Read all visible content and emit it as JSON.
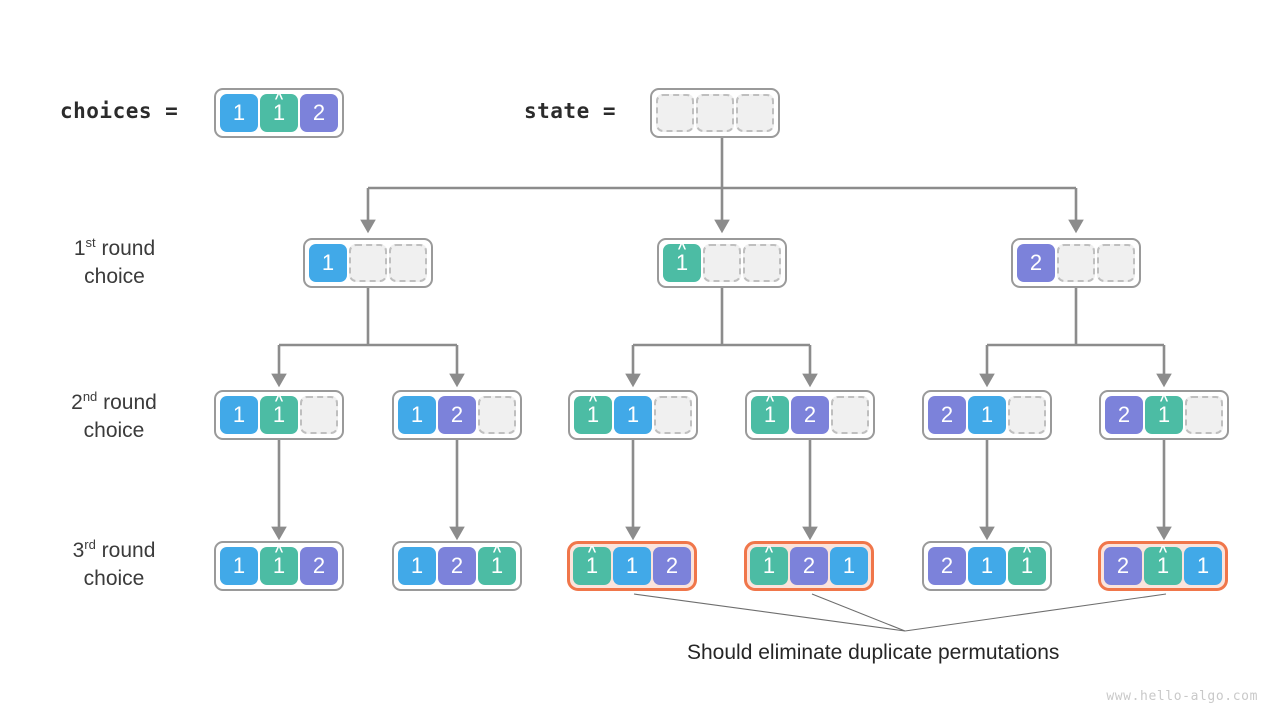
{
  "header": {
    "choices_label": "choices =",
    "state_label": "state ="
  },
  "rows": [
    {
      "label_num": "1",
      "label_sup": "st",
      "label_rest": " round",
      "label_line2": "choice"
    },
    {
      "label_num": "2",
      "label_sup": "nd",
      "label_rest": " round",
      "label_line2": "choice"
    },
    {
      "label_num": "3",
      "label_sup": "rd",
      "label_rest": " round",
      "label_line2": "choice"
    }
  ],
  "colors": {
    "blue": "#41a9e8",
    "teal": "#4cbca4",
    "purple": "#7c82da",
    "empty": "#f0f0f0",
    "empty_border": "#bfbfbf",
    "box_border": "#9a9a9a",
    "highlight_border": "#f0764a",
    "highlight_fill": "#fbe4dc",
    "wire": "#8c8c8c",
    "leader": "#6e6e6e",
    "text": "#3b3b3b",
    "watermark": "#c9c9c9"
  },
  "choices_array": {
    "name": "choices-array",
    "cells": [
      {
        "value": "1",
        "color": "blue",
        "hat": false
      },
      {
        "value": "1",
        "color": "teal",
        "hat": true
      },
      {
        "value": "2",
        "color": "purple",
        "hat": false
      }
    ]
  },
  "state_array": {
    "name": "state-array",
    "cells": [
      {
        "value": "",
        "color": "empty",
        "hat": false
      },
      {
        "value": "",
        "color": "empty",
        "hat": false
      },
      {
        "value": "",
        "color": "empty",
        "hat": false
      }
    ]
  },
  "round1": [
    {
      "name": "round1-node-1",
      "highlight": false,
      "cells": [
        {
          "value": "1",
          "color": "blue",
          "hat": false
        },
        {
          "value": "",
          "color": "empty",
          "hat": false
        },
        {
          "value": "",
          "color": "empty",
          "hat": false
        }
      ]
    },
    {
      "name": "round1-node-2",
      "highlight": false,
      "cells": [
        {
          "value": "1",
          "color": "teal",
          "hat": true
        },
        {
          "value": "",
          "color": "empty",
          "hat": false
        },
        {
          "value": "",
          "color": "empty",
          "hat": false
        }
      ]
    },
    {
      "name": "round1-node-3",
      "highlight": false,
      "cells": [
        {
          "value": "2",
          "color": "purple",
          "hat": false
        },
        {
          "value": "",
          "color": "empty",
          "hat": false
        },
        {
          "value": "",
          "color": "empty",
          "hat": false
        }
      ]
    }
  ],
  "round2": [
    {
      "name": "round2-node-1",
      "highlight": false,
      "cells": [
        {
          "value": "1",
          "color": "blue",
          "hat": false
        },
        {
          "value": "1",
          "color": "teal",
          "hat": true
        },
        {
          "value": "",
          "color": "empty",
          "hat": false
        }
      ]
    },
    {
      "name": "round2-node-2",
      "highlight": false,
      "cells": [
        {
          "value": "1",
          "color": "blue",
          "hat": false
        },
        {
          "value": "2",
          "color": "purple",
          "hat": false
        },
        {
          "value": "",
          "color": "empty",
          "hat": false
        }
      ]
    },
    {
      "name": "round2-node-3",
      "highlight": false,
      "cells": [
        {
          "value": "1",
          "color": "teal",
          "hat": true
        },
        {
          "value": "1",
          "color": "blue",
          "hat": false
        },
        {
          "value": "",
          "color": "empty",
          "hat": false
        }
      ]
    },
    {
      "name": "round2-node-4",
      "highlight": false,
      "cells": [
        {
          "value": "1",
          "color": "teal",
          "hat": true
        },
        {
          "value": "2",
          "color": "purple",
          "hat": false
        },
        {
          "value": "",
          "color": "empty",
          "hat": false
        }
      ]
    },
    {
      "name": "round2-node-5",
      "highlight": false,
      "cells": [
        {
          "value": "2",
          "color": "purple",
          "hat": false
        },
        {
          "value": "1",
          "color": "blue",
          "hat": false
        },
        {
          "value": "",
          "color": "empty",
          "hat": false
        }
      ]
    },
    {
      "name": "round2-node-6",
      "highlight": false,
      "cells": [
        {
          "value": "2",
          "color": "purple",
          "hat": false
        },
        {
          "value": "1",
          "color": "teal",
          "hat": true
        },
        {
          "value": "",
          "color": "empty",
          "hat": false
        }
      ]
    }
  ],
  "round3": [
    {
      "name": "round3-node-1",
      "highlight": false,
      "cells": [
        {
          "value": "1",
          "color": "blue",
          "hat": false
        },
        {
          "value": "1",
          "color": "teal",
          "hat": true
        },
        {
          "value": "2",
          "color": "purple",
          "hat": false
        }
      ]
    },
    {
      "name": "round3-node-2",
      "highlight": false,
      "cells": [
        {
          "value": "1",
          "color": "blue",
          "hat": false
        },
        {
          "value": "2",
          "color": "purple",
          "hat": false
        },
        {
          "value": "1",
          "color": "teal",
          "hat": true
        }
      ]
    },
    {
      "name": "round3-node-3",
      "highlight": true,
      "cells": [
        {
          "value": "1",
          "color": "teal",
          "hat": true
        },
        {
          "value": "1",
          "color": "blue",
          "hat": false
        },
        {
          "value": "2",
          "color": "purple",
          "hat": false
        }
      ]
    },
    {
      "name": "round3-node-4",
      "highlight": true,
      "cells": [
        {
          "value": "1",
          "color": "teal",
          "hat": true
        },
        {
          "value": "2",
          "color": "purple",
          "hat": false
        },
        {
          "value": "1",
          "color": "blue",
          "hat": false
        }
      ]
    },
    {
      "name": "round3-node-5",
      "highlight": false,
      "cells": [
        {
          "value": "2",
          "color": "purple",
          "hat": false
        },
        {
          "value": "1",
          "color": "blue",
          "hat": false
        },
        {
          "value": "1",
          "color": "teal",
          "hat": true
        }
      ]
    },
    {
      "name": "round3-node-6",
      "highlight": true,
      "cells": [
        {
          "value": "2",
          "color": "purple",
          "hat": false
        },
        {
          "value": "1",
          "color": "teal",
          "hat": true
        },
        {
          "value": "1",
          "color": "blue",
          "hat": false
        }
      ]
    }
  ],
  "caption": "Should eliminate duplicate permutations",
  "watermark": "www.hello-algo.com"
}
